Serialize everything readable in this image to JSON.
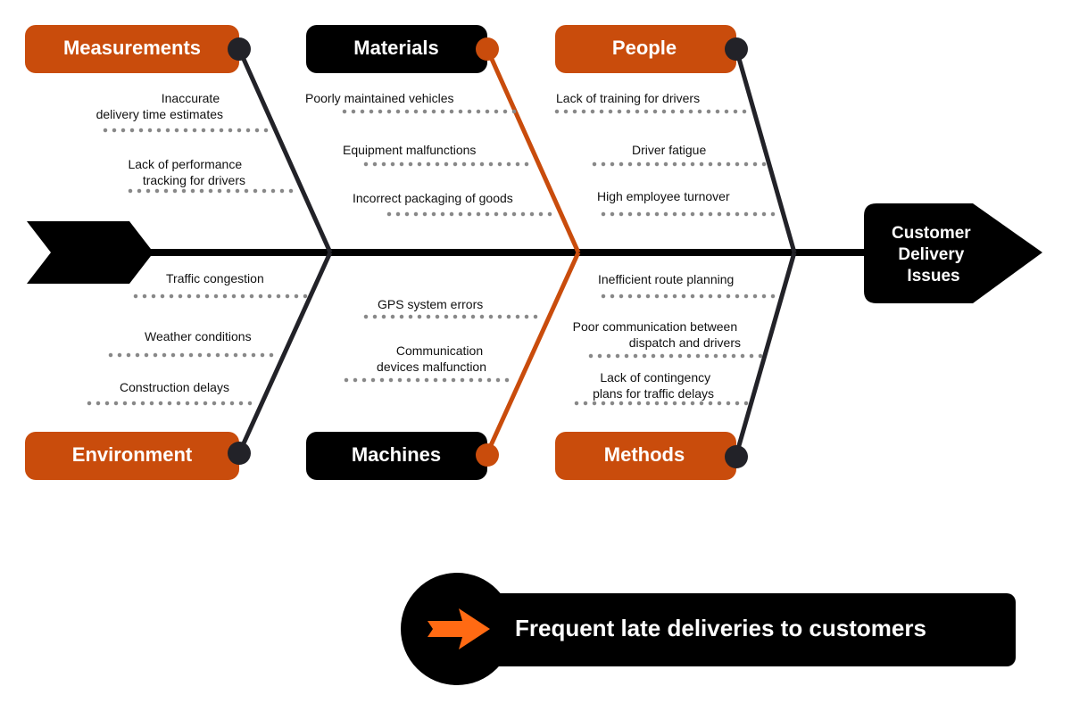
{
  "categories": {
    "measurements": "Measurements",
    "materials": "Materials",
    "people": "People",
    "environment": "Environment",
    "machines": "Machines",
    "methods": "Methods"
  },
  "causes": {
    "measurements": [
      [
        "Inaccurate",
        "delivery time estimates"
      ],
      [
        "Lack of performance",
        "tracking for drivers"
      ]
    ],
    "materials": [
      [
        "Poorly maintained vehicles"
      ],
      [
        "Equipment malfunctions"
      ],
      [
        "Incorrect packaging of goods"
      ]
    ],
    "people": [
      [
        "Lack of training for drivers"
      ],
      [
        "Driver fatigue"
      ],
      [
        "High employee turnover"
      ]
    ],
    "environment": [
      [
        "Traffic congestion"
      ],
      [
        "Weather conditions"
      ],
      [
        "Construction delays"
      ]
    ],
    "machines": [
      [
        "GPS system errors"
      ],
      [
        "Communication",
        "devices malfunction"
      ]
    ],
    "methods": [
      [
        "Inefficient route planning"
      ],
      [
        "Poor communication between",
        "dispatch and drivers"
      ],
      [
        "Lack of contingency",
        "plans for traffic delays"
      ]
    ]
  },
  "effect": [
    "Customer",
    "Delivery",
    "Issues"
  ],
  "problem": "Frequent late deliveries to customers",
  "colors": {
    "orange": "#c94c0c",
    "dark": "#000000",
    "bone": "#222228",
    "arrow": "#ff6a13"
  }
}
